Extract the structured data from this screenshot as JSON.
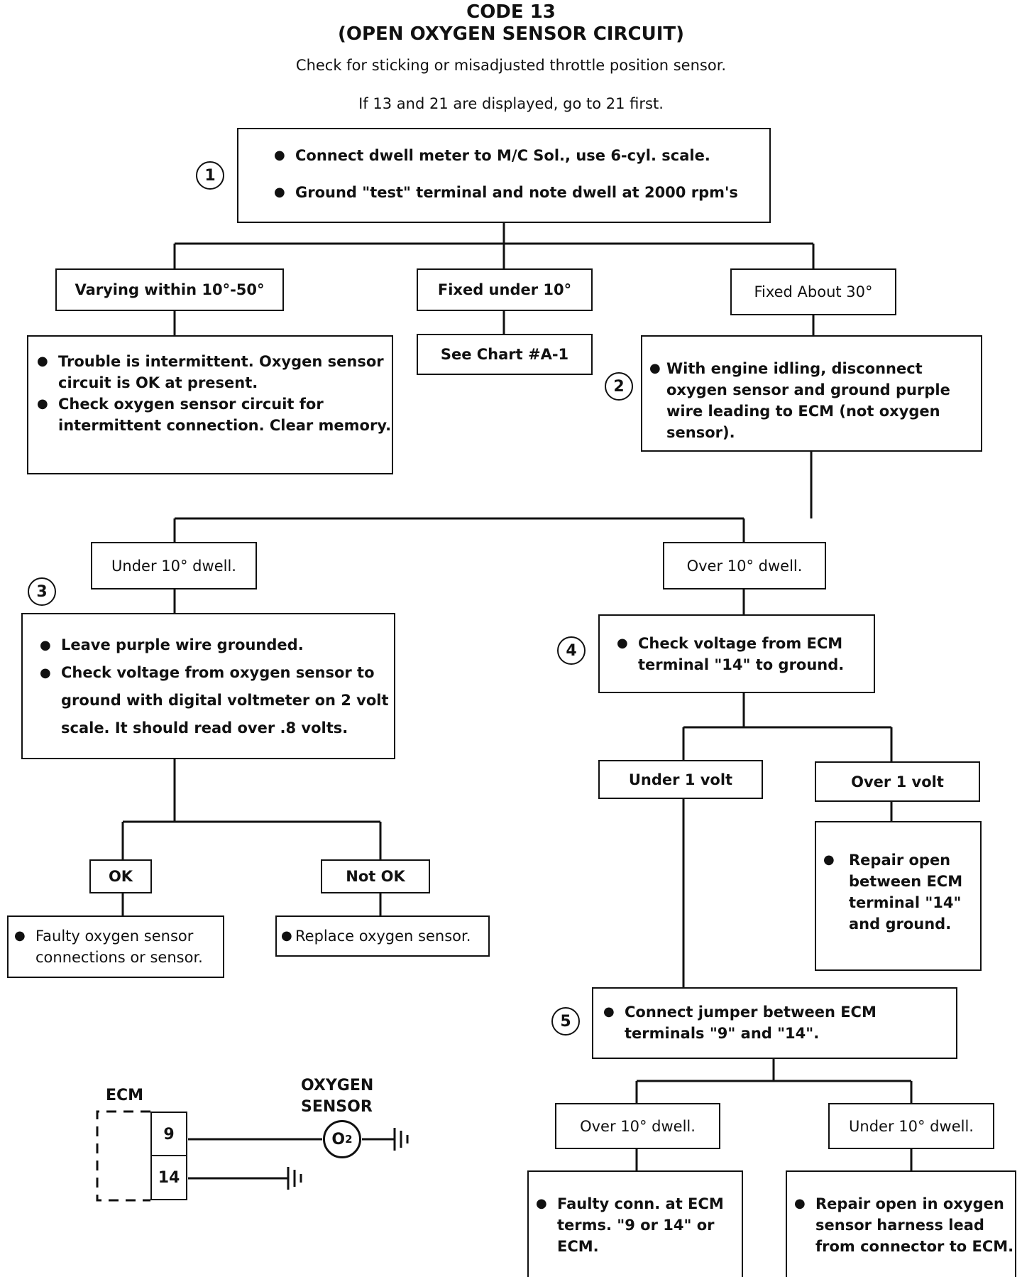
{
  "header": {
    "title": "CODE 13",
    "subtitle": "(OPEN OXYGEN SENSOR CIRCUIT)",
    "note1": "Check for sticking or misadjusted throttle position sensor.",
    "note2": "If 13 and 21 are displayed, go to 21 first."
  },
  "steps": {
    "s1": {
      "num": "1",
      "bullets": [
        "Connect dwell meter to M/C Sol., use 6-cyl. scale.",
        "Ground \"test\" terminal and note dwell at 2000 rpm's"
      ]
    },
    "s2": {
      "num": "2",
      "bullets": [
        "With engine idling, disconnect oxygen sensor and ground purple wire leading to ECM (not oxygen sensor)."
      ]
    },
    "s3": {
      "num": "3",
      "bullets": [
        "Leave purple wire grounded.",
        "Check voltage from oxygen sensor to ground with digital voltmeter on 2 volt scale.  It should read over .8 volts."
      ]
    },
    "s4": {
      "num": "4",
      "bullets": [
        "Check voltage from ECM terminal \"14\" to ground."
      ]
    },
    "s5": {
      "num": "5",
      "bullets": [
        "Connect jumper between ECM terminals \"9\" and \"14\"."
      ]
    }
  },
  "labels": {
    "varying": "Varying within 10°-50°",
    "fixed_under": "Fixed under 10°",
    "fixed_about": "Fixed About 30°",
    "under10_a": "Under 10° dwell.",
    "over10_a": "Over 10° dwell.",
    "under1": "Under 1 volt",
    "over1": "Over 1 volt",
    "ok": "OK",
    "notok": "Not OK",
    "over10_b": "Over 10° dwell.",
    "under10_b": "Under 10° dwell."
  },
  "results": {
    "see_chart": "See Chart #A-1",
    "intermittent": [
      "Trouble is intermittent. Oxygen sensor circuit is OK at present.",
      "Check oxygen sensor circuit for intermittent connection. Clear memory."
    ],
    "faulty_sensor": [
      "Faulty oxygen sensor connections or sensor."
    ],
    "replace": [
      "Replace oxygen sensor."
    ],
    "repair_ground": [
      "Repair open between ECM terminal \"14\" and ground."
    ],
    "faulty_conn": [
      "Faulty conn. at ECM terms. \"9 or 14\" or ECM."
    ],
    "repair_harness": [
      "Repair open in oxygen sensor harness lead from connector to ECM."
    ]
  },
  "schematic": {
    "ecm_label": "ECM",
    "sensor_label": [
      "OXYGEN",
      "SENSOR"
    ],
    "pin_a": "9",
    "pin_b": "14",
    "o2": "O",
    "o2_sub": "2"
  }
}
